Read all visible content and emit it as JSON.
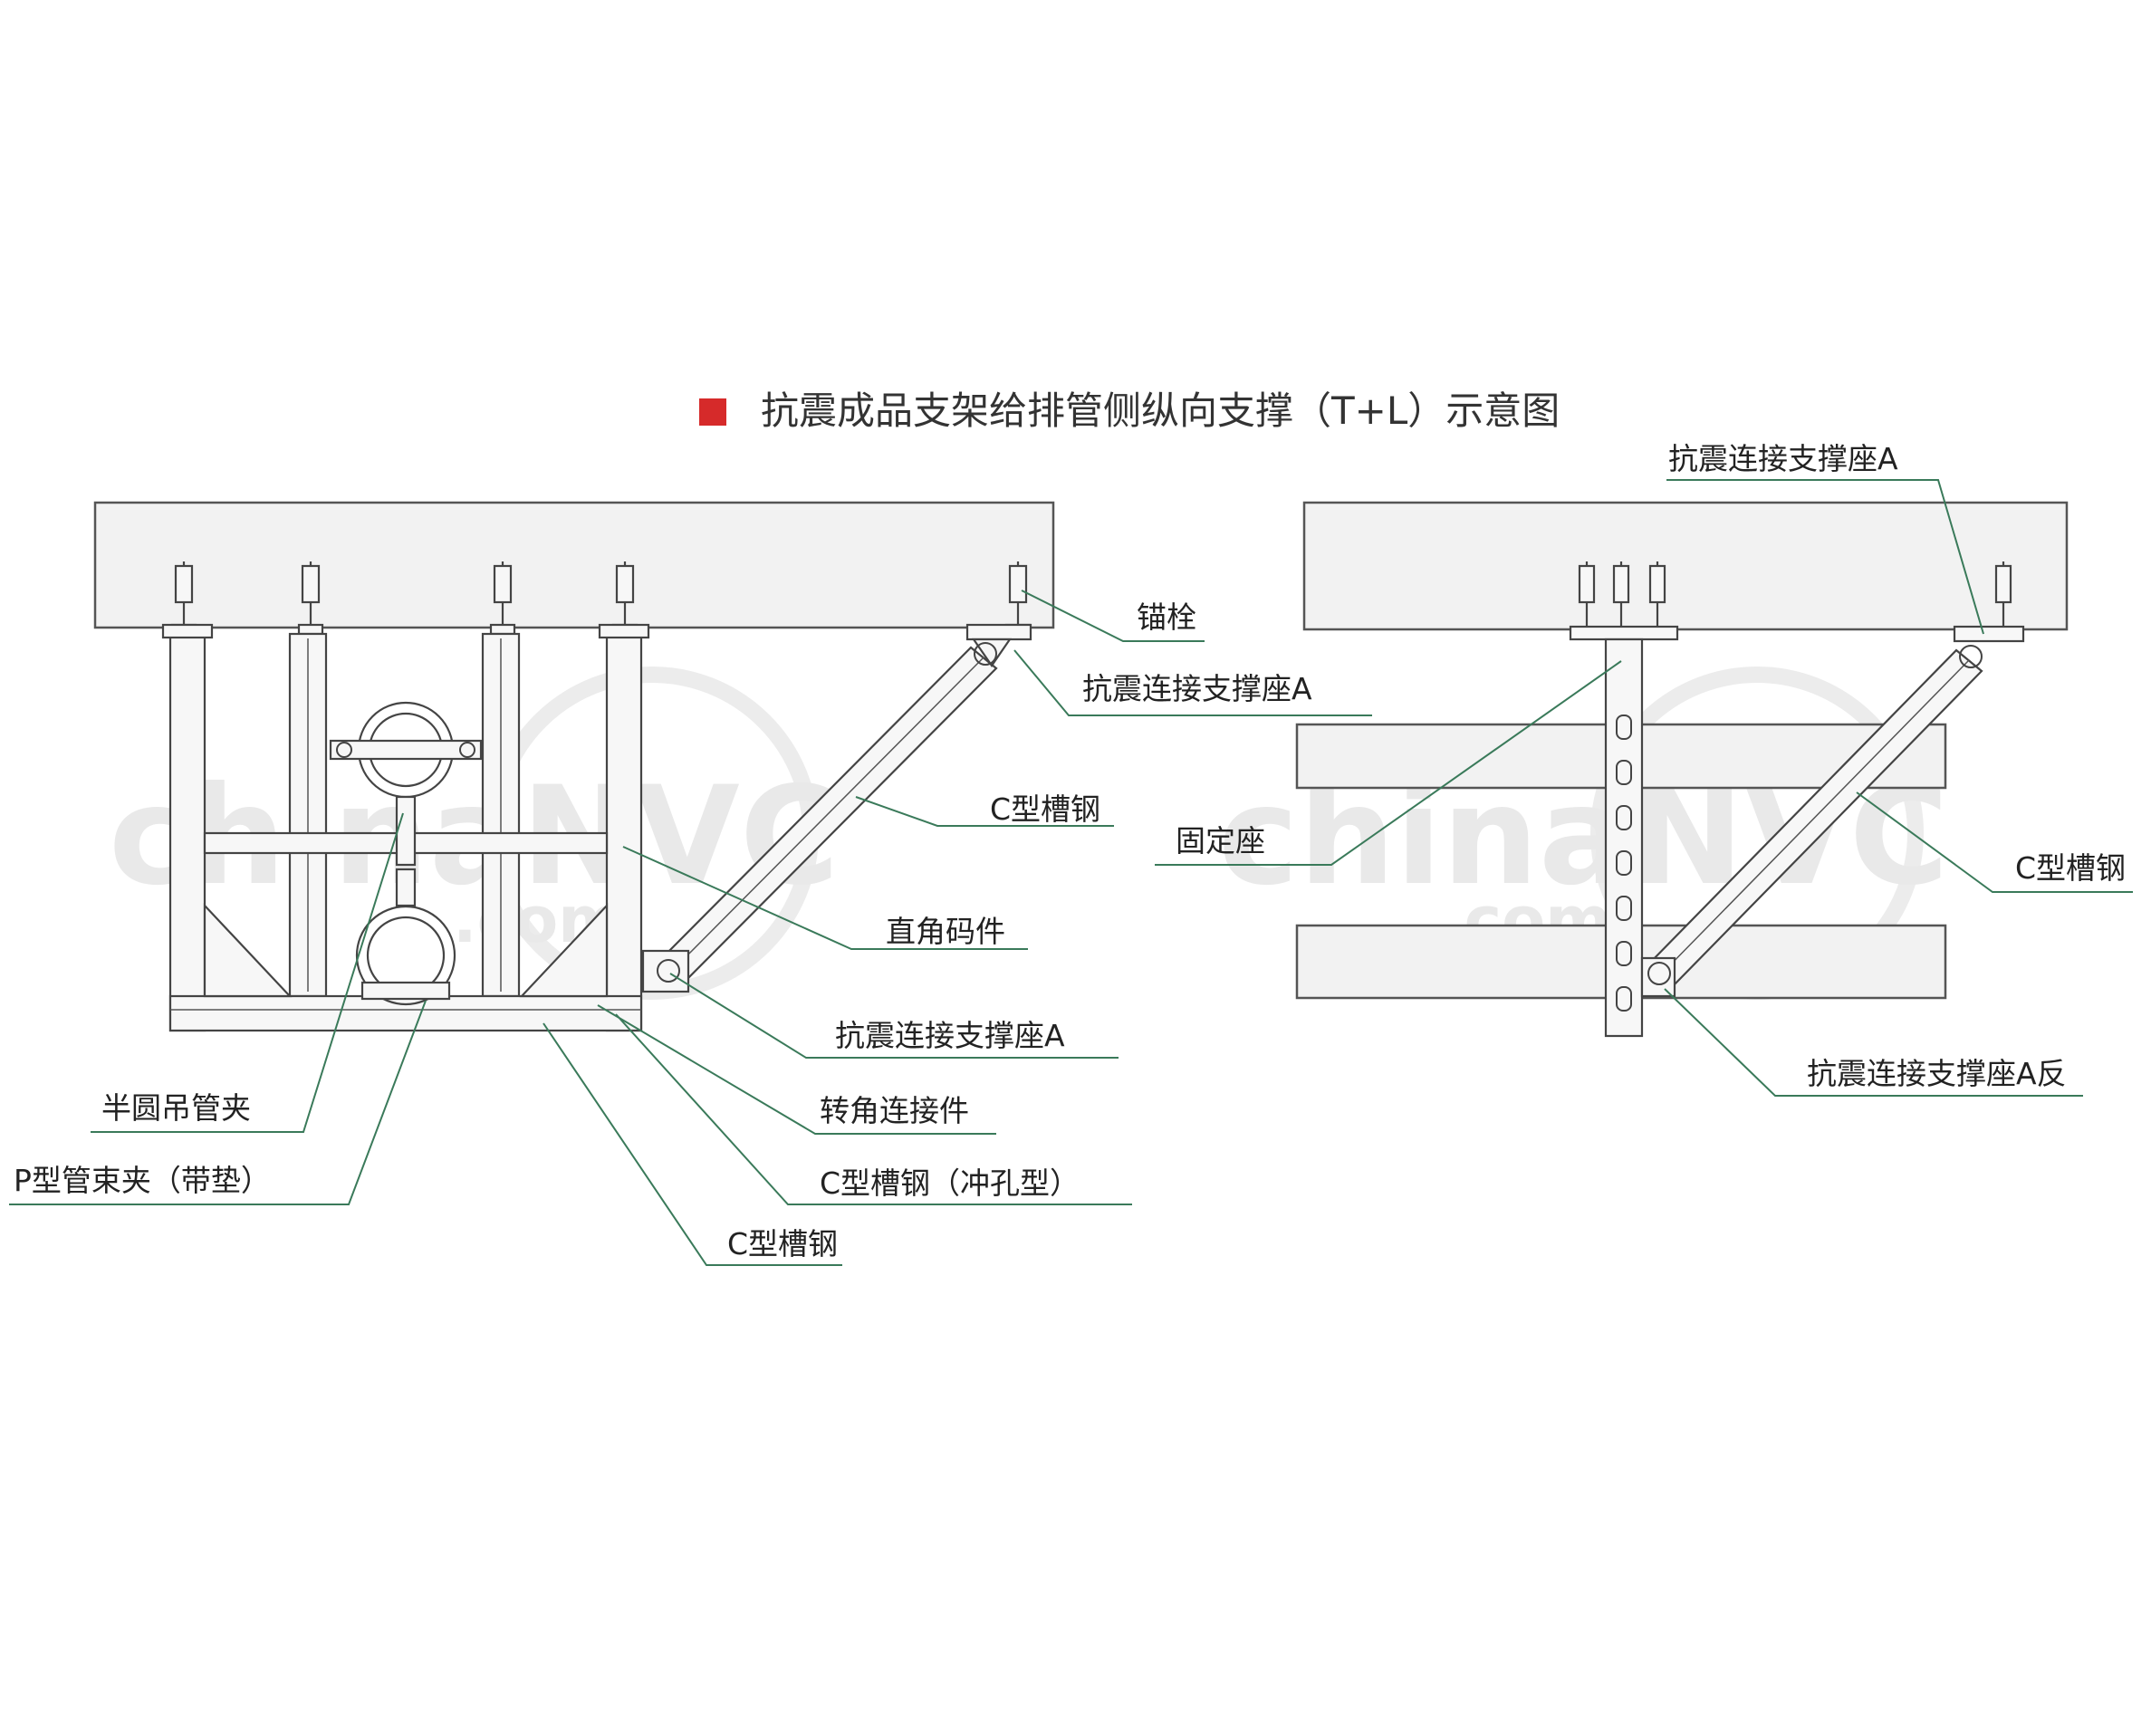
{
  "title": "抗震成品支架给排管侧纵向支撑（T+L）示意图",
  "title_marker_color": "#d62a2a",
  "leader_color": "#3a7a5a",
  "watermark": {
    "brand": "chinaNVC",
    "domain": ".com"
  },
  "left_view": {
    "labels": {
      "anchor_bolt": "锚栓",
      "seismic_seat_a_top": "抗震连接支撑座A",
      "c_channel_diagonal": "C型槽钢",
      "right_angle_fitting": "直角码件",
      "seismic_seat_a_bottom": "抗震连接支撑座A",
      "corner_connector": "转角连接件",
      "c_channel_punched": "C型槽钢（冲孔型）",
      "c_channel_bottom": "C型槽钢",
      "half_round_clamp": "半圆吊管夹",
      "p_type_clamp": "P型管束夹（带垫）"
    }
  },
  "right_view": {
    "labels": {
      "seismic_seat_a": "抗震连接支撑座A",
      "fixed_seat": "固定座",
      "c_channel": "C型槽钢",
      "seismic_seat_a_reverse": "抗震连接支撑座A反"
    }
  }
}
